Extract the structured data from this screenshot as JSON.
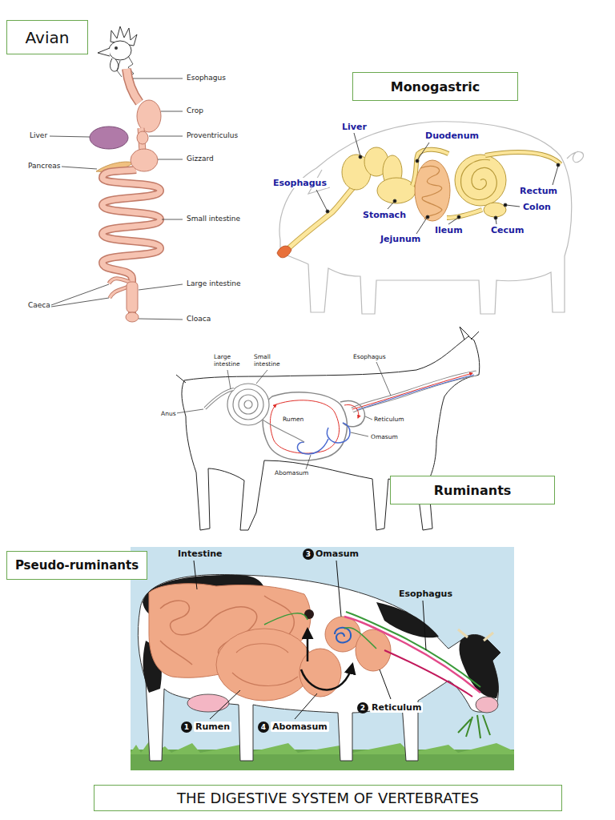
{
  "diagram": {
    "title": "THE DIGESTIVE SYSTEM OF VERTEBRATES",
    "nodes": [
      {
        "text": [
          "Avian"
        ]
      },
      {
        "text": [
          "Monogastric"
        ]
      },
      {
        "text": [
          "Ruminants"
        ]
      },
      {
        "text": [
          "Pseudo-ruminants"
        ]
      }
    ],
    "labels": [
      "Esophagus",
      "Crop",
      "Liver",
      "Proventriculus",
      "Pancreas",
      "Gizzard",
      "Small intestine",
      "Large intestine",
      "Caeca",
      "Cloaca",
      "Liver",
      "Duodenum",
      "Esophagus",
      "Stomach",
      "Rectum",
      "Colon",
      "Cecum",
      "Ileum",
      "Jejunum",
      "Large intestine",
      "Small intestine",
      "Esophagus",
      "Anus",
      "Rumen",
      "Reticulum",
      "Omasum",
      "Abomasum",
      "Intestine",
      "3",
      "Omasum",
      "Esophagus",
      "1",
      "Rumen",
      "4",
      "Abomasum",
      "2",
      "Reticulum"
    ]
  }
}
